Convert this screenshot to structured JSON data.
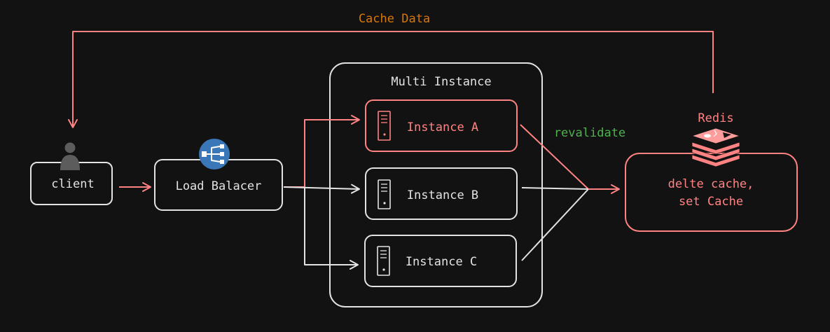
{
  "labels": {
    "cache_data": "Cache Data",
    "multi_instance": "Multi Instance",
    "client": "client",
    "load_balancer": "Load Balacer",
    "instance_a": "Instance A",
    "instance_b": "Instance B",
    "instance_c": "Instance C",
    "revalidate": "revalidate",
    "redis": "Redis",
    "redis_action_line1": "delte cache,",
    "redis_action_line2": "set Cache"
  },
  "colors": {
    "background": "#121212",
    "white_stroke": "#e3e3e3",
    "red_stroke": "#ff8383",
    "cache_label": "#d9760a",
    "revalidate_label": "#4fb24f",
    "redis_text": "#ff8383",
    "balancer_icon": "#3a77b8",
    "user_icon": "#5c5c5c"
  },
  "icons": {
    "client": "user-icon",
    "load_balancer": "load-balancer-icon",
    "instance": "server-icon",
    "redis": "redis-logo-icon"
  }
}
